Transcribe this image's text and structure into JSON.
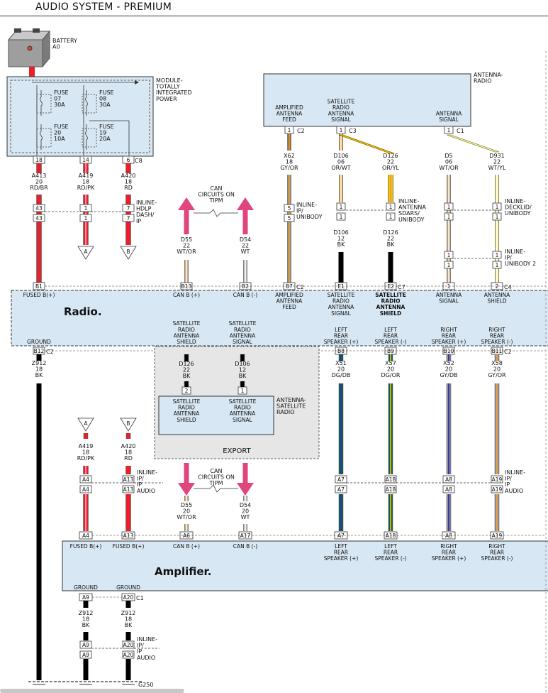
{
  "header": {
    "title": "AUDIO SYSTEM - PREMIUM"
  },
  "battery": {
    "label": "BATTERY",
    "id": "A0"
  },
  "tipm": {
    "label_lines": [
      "MODULE-",
      "TOTALLY",
      "INTEGRATED",
      "POWER"
    ],
    "fuses": [
      {
        "lines": [
          "FUSE",
          "07",
          "30A"
        ]
      },
      {
        "lines": [
          "FUSE",
          "08",
          "30A"
        ]
      },
      {
        "lines": [
          "FUSE",
          "20",
          "10A"
        ]
      },
      {
        "lines": [
          "FUSE",
          "19",
          "20A"
        ]
      }
    ],
    "pins": [
      "18",
      "14",
      "6"
    ],
    "connector": "C8"
  },
  "antenna_radio": {
    "label_lines": [
      "ANTENNA-",
      "RADIO"
    ],
    "terminals": [
      {
        "lines": [
          "AMPLIFIED",
          "ANTENNA",
          "FEED"
        ],
        "pin": "1",
        "conn": "C2"
      },
      {
        "lines": [
          "SATELLITE",
          "RADIO",
          "ANTENNA",
          "SIGNAL"
        ],
        "pin": "1",
        "conn": "C3"
      },
      {
        "lines": [
          "ANTENNA",
          "SIGNAL"
        ],
        "pin": "1",
        "conn": "C1"
      }
    ]
  },
  "wires_top": [
    {
      "lines": [
        "A413",
        "20",
        "RD/BR"
      ]
    },
    {
      "lines": [
        "A419",
        "18",
        "RD/PK"
      ]
    },
    {
      "lines": [
        "A420",
        "18",
        "RD"
      ]
    },
    {
      "lines": [
        "X62",
        "18",
        "GY/OR"
      ]
    },
    {
      "lines": [
        "D106",
        "06",
        "OR/WT"
      ]
    },
    {
      "lines": [
        "D126",
        "22",
        "OR/YL"
      ]
    },
    {
      "lines": [
        "D5",
        "06",
        "WT/OR"
      ]
    },
    {
      "lines": [
        "D931",
        "22",
        "WT/YL"
      ]
    },
    {
      "lines": [
        "D106",
        "12",
        "BK"
      ]
    },
    {
      "lines": [
        "D126",
        "22",
        "BK"
      ]
    },
    {
      "lines": [
        "D55",
        "22",
        "WT/OR"
      ]
    },
    {
      "lines": [
        "D54",
        "22",
        "WT"
      ]
    }
  ],
  "inlines_top": [
    {
      "lines": [
        "INLINE-",
        "HDLP",
        "DASH/",
        "IP"
      ],
      "pins": [
        "43",
        "1",
        "7"
      ]
    },
    {
      "lines": [
        "INLINE-",
        "IP/",
        "UNIBODY"
      ],
      "pins": [
        "5"
      ]
    },
    {
      "lines": [
        "INLINE-",
        "ANTENNA",
        "SDARS/",
        "UNIBODY"
      ],
      "pins": [
        "1",
        "1"
      ]
    },
    {
      "lines": [
        "INLINE-",
        "DECKLID/",
        "UNIBODY"
      ],
      "pins": [
        "1",
        "1"
      ]
    },
    {
      "lines": [
        "INLINE-",
        "IP/",
        "UNIBODY 2"
      ],
      "pins": [
        "1",
        "1"
      ]
    }
  ],
  "can_top": {
    "lines": [
      "CAN",
      "CIRCUITS ON",
      "TIPM"
    ]
  },
  "radio": {
    "title": "Radio.",
    "pins": [
      "B1",
      "B13",
      "B2",
      "B7",
      "E1",
      "E2",
      "1",
      "2",
      "B12",
      "E2",
      "E1",
      "B8",
      "B9",
      "B10",
      "B11"
    ],
    "conns": [
      "C2",
      "C7",
      "C4",
      "C2",
      "C7",
      "C2"
    ],
    "labels_top": [
      {
        "lines": [
          "FUSED B(+)"
        ]
      },
      {
        "lines": [
          "CAN B (+)"
        ]
      },
      {
        "lines": [
          "CAN B (-)"
        ]
      },
      {
        "lines": [
          "AMPLIFIED",
          "ANTENNA",
          "FEED"
        ]
      },
      {
        "lines": [
          "SATELLITE",
          "RADIO",
          "ANTENNA",
          "SIGNAL"
        ]
      },
      {
        "lines": [
          "SATELLITE",
          "RADIO",
          "ANTENNA",
          "SHIELD"
        ]
      },
      {
        "lines": [
          "ANTENNA",
          "SIGNAL"
        ]
      },
      {
        "lines": [
          "ANTENNA",
          "SHIELD"
        ]
      }
    ],
    "labels_bottom": [
      {
        "lines": [
          "GROUND"
        ]
      },
      {
        "lines": [
          "SATELLITE",
          "RADIO",
          "ANTENNA",
          "SHIELD"
        ]
      },
      {
        "lines": [
          "SATELLITE",
          "RADIO",
          "ANTENNA",
          "SIGNAL"
        ]
      },
      {
        "lines": [
          "LEFT",
          "REAR",
          "SPEAKER (+)"
        ]
      },
      {
        "lines": [
          "LEFT",
          "REAR",
          "SPEAKER (-)"
        ]
      },
      {
        "lines": [
          "RIGHT",
          "REAR",
          "SPEAKER (+)"
        ]
      },
      {
        "lines": [
          "RIGHT",
          "REAR",
          "SPEAKER (-)"
        ]
      }
    ]
  },
  "export": {
    "label": "EXPORT",
    "module_label_lines": [
      "ANTENNA-",
      "SATELLITE",
      "RADIO"
    ],
    "terminals": [
      {
        "lines": [
          "SATELLITE",
          "RADIO",
          "ANTENNA",
          "SHIELD"
        ],
        "pin": "2"
      },
      {
        "lines": [
          "SATELLITE",
          "RADIO",
          "ANTENNA",
          "SIGNAL"
        ],
        "pin": "1"
      }
    ],
    "wires": [
      {
        "lines": [
          "D126",
          "22",
          "BK"
        ]
      },
      {
        "lines": [
          "D106",
          "12",
          "BK"
        ]
      }
    ]
  },
  "wires_mid": [
    {
      "lines": [
        "Z912",
        "18",
        "BK"
      ]
    },
    {
      "lines": [
        "X51",
        "20",
        "DG/DB"
      ]
    },
    {
      "lines": [
        "X57",
        "20",
        "DG/OR"
      ]
    },
    {
      "lines": [
        "X52",
        "20",
        "GY/DB"
      ]
    },
    {
      "lines": [
        "X58",
        "20",
        "GY/OR"
      ]
    },
    {
      "lines": [
        "A419",
        "18",
        "RD/PK"
      ]
    },
    {
      "lines": [
        "A420",
        "18",
        "RD"
      ]
    },
    {
      "lines": [
        "D55",
        "20",
        "WT/OR"
      ]
    },
    {
      "lines": [
        "D54",
        "20",
        "WT"
      ]
    }
  ],
  "offpage": [
    "A",
    "B"
  ],
  "can_bottom": {
    "lines": [
      "CAN",
      "CIRCUITS ON",
      "TIPM"
    ]
  },
  "inline_ip_audio": {
    "lines": [
      "INLINE-",
      "IP/",
      "IP",
      "AUDIO"
    ],
    "pins_left": [
      "A4",
      "A13"
    ],
    "pins_right": [
      "A7",
      "A18",
      "A8",
      "A19"
    ]
  },
  "amplifier": {
    "title": "Amplifier.",
    "pins_top": [
      "A4",
      "A13",
      "A6",
      "A17",
      "A7",
      "A18",
      "A8",
      "A19"
    ],
    "labels_top": [
      {
        "lines": [
          "FUSED B(+)"
        ]
      },
      {
        "lines": [
          "FUSED B(+)"
        ]
      },
      {
        "lines": [
          "CAN B (+)"
        ]
      },
      {
        "lines": [
          "CAN B (-)"
        ]
      },
      {
        "lines": [
          "LEFT",
          "REAR",
          "SPEAKER (+)"
        ]
      },
      {
        "lines": [
          "LEFT",
          "REAR",
          "SPEAKER (-)"
        ]
      },
      {
        "lines": [
          "RIGHT",
          "REAR",
          "SPEAKER (+)"
        ]
      },
      {
        "lines": [
          "RIGHT",
          "REAR",
          "SPEAKER (-)"
        ]
      }
    ],
    "ground_labels": [
      "GROUND",
      "GROUND"
    ],
    "ground_pins": [
      "A9",
      "A20"
    ],
    "ground_conn": "C1",
    "ground_wires": [
      {
        "lines": [
          "Z912",
          "18",
          "BK"
        ]
      },
      {
        "lines": [
          "Z912",
          "18",
          "BK"
        ]
      }
    ],
    "inline_bottom": {
      "lines": [
        "INLINE-",
        "IP/",
        "IP",
        "AUDIO"
      ],
      "pins": [
        "A9",
        "A20"
      ]
    },
    "ground_point": "G250"
  },
  "colors": {
    "module_fill": "#d7e7f3",
    "radio_title": "#c8366b",
    "can_arrow": "#e0457e",
    "wire_red": "#e8202a",
    "wire_black": "#000000",
    "export_fill": "#e6e6e6"
  }
}
